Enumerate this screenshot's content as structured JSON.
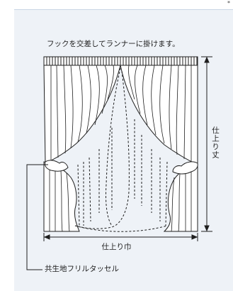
{
  "page": {
    "corner_mark": "*"
  },
  "diagram": {
    "hook_note": "フックを交差してランナーに掛けます。",
    "finished_width": "仕上り巾",
    "finished_height": "仕上り丈",
    "tassel": "共生地フリルタッセル"
  },
  "colors": {
    "panel_bg": "#eef2f7",
    "line": "#1f1f1f",
    "border": "#c9d6e4"
  }
}
